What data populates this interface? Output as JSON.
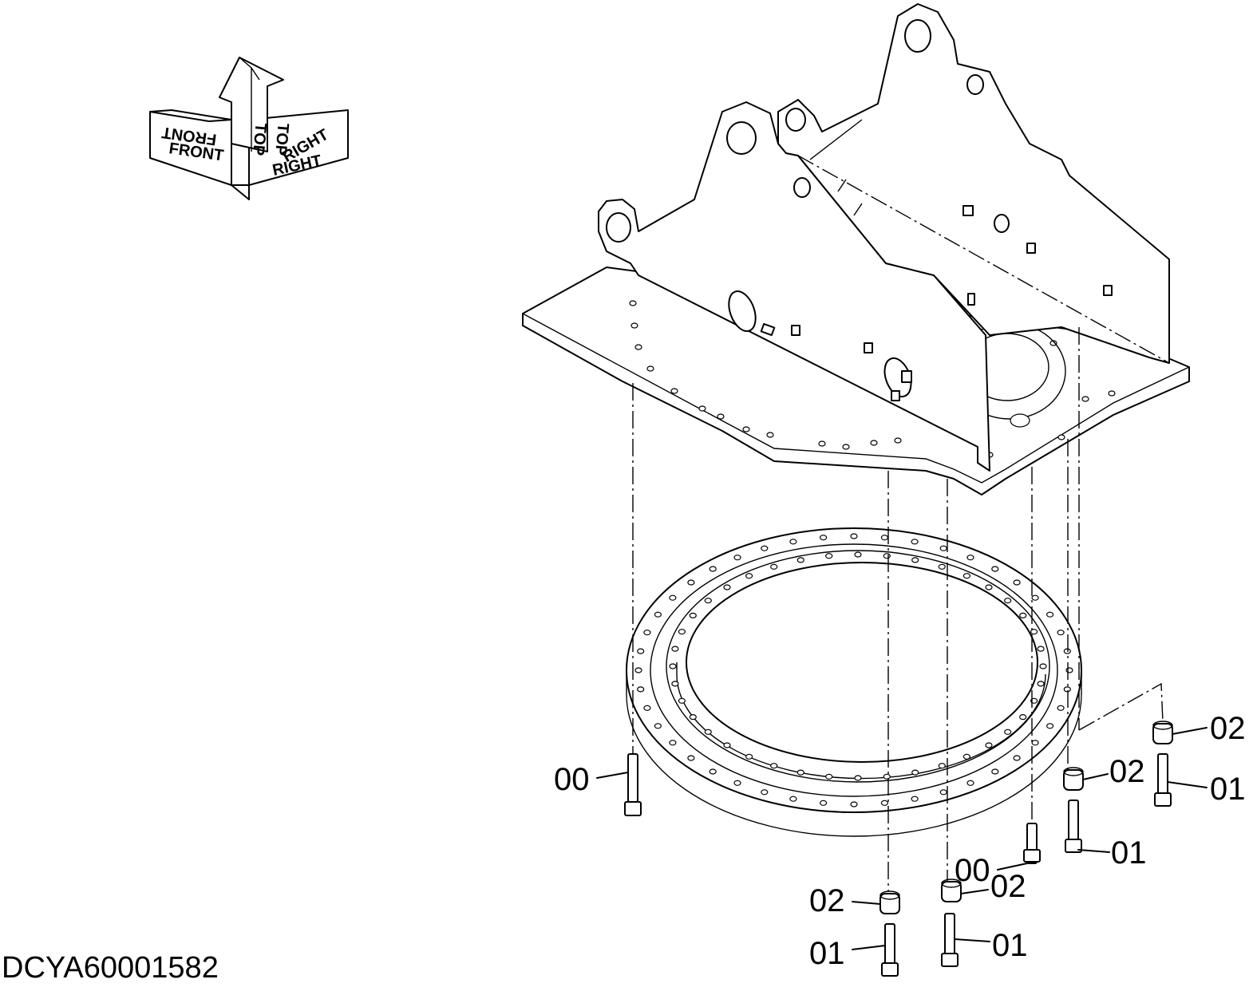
{
  "orientation": {
    "front_label": "FRONT",
    "top_label": "TOP",
    "right_label": "RIGHT"
  },
  "callouts": [
    {
      "id": "c1",
      "text": "00"
    },
    {
      "id": "c2",
      "text": "00"
    },
    {
      "id": "c3",
      "text": "01"
    },
    {
      "id": "c4",
      "text": "01"
    },
    {
      "id": "c5",
      "text": "01"
    },
    {
      "id": "c6",
      "text": "01"
    },
    {
      "id": "c7",
      "text": "02"
    },
    {
      "id": "c8",
      "text": "02"
    },
    {
      "id": "c9",
      "text": "02"
    },
    {
      "id": "c10",
      "text": "02"
    }
  ],
  "document_id": "DCYA60001582"
}
